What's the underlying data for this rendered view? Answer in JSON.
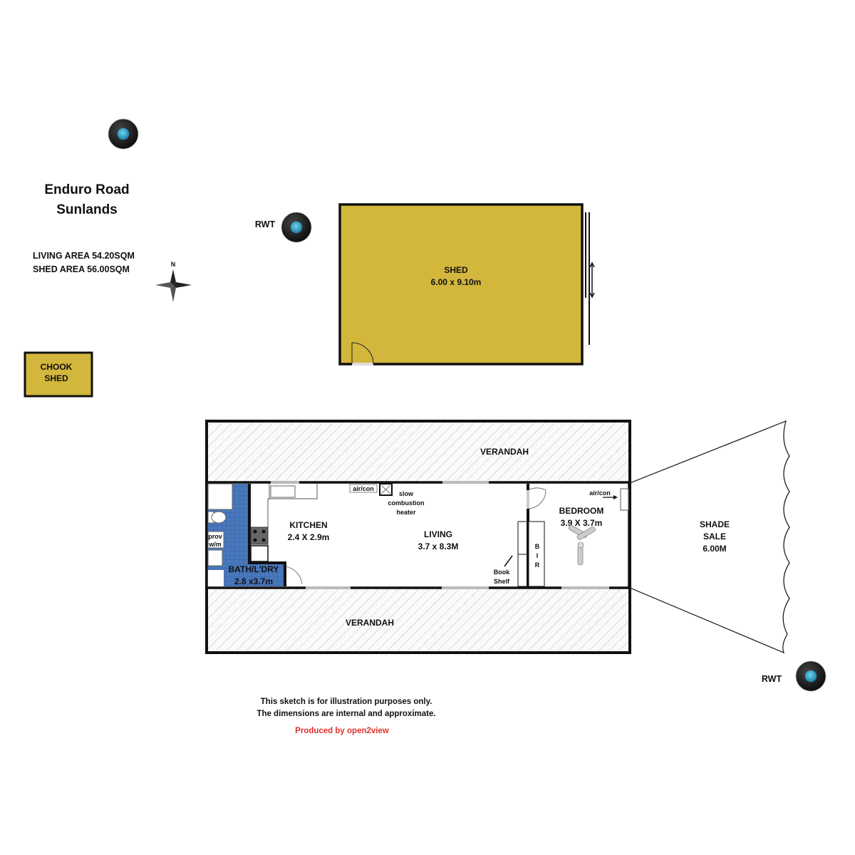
{
  "header": {
    "address_line1": "Enduro Road",
    "address_line2": "Sunlands"
  },
  "areas": {
    "living": "LIVING AREA 54.20SQM",
    "shed": "SHED AREA 56.00SQM"
  },
  "compass": {
    "north_label": "N"
  },
  "tanks": {
    "label": "RWT"
  },
  "chook_shed": {
    "line1": "CHOOK",
    "line2": "SHED"
  },
  "shed": {
    "name": "SHED",
    "dims": "6.00 x 9.10m"
  },
  "rooms": {
    "verandah_top": "VERANDAH",
    "verandah_bottom": "VERANDAH",
    "kitchen": {
      "name": "KITCHEN",
      "dims": "2.4 X 2.9m"
    },
    "living": {
      "name": "LIVING",
      "dims": "3.7 x 8.3M"
    },
    "bedroom": {
      "name": "BEDROOM",
      "dims": "3.9 X 3.7m"
    },
    "bath": {
      "name": "BATH/L'DRY",
      "dims": "2.8 x3.7m"
    },
    "bir": [
      "B",
      "I",
      "R"
    ],
    "shade": [
      "SHADE",
      "SALE",
      "6.00M"
    ]
  },
  "labels": {
    "aircon_kitchen": "air/con",
    "aircon_bedroom": "air/con",
    "heater": [
      "slow",
      "combustion",
      "heater"
    ],
    "bookshelf": [
      "Book",
      "Shelf"
    ],
    "prov": "prov",
    "wm": "w/m"
  },
  "footer": {
    "note1": "This sketch is for illustration purposes only.",
    "note2": "The dimensions are internal and approximate.",
    "credit": "Produced by open2view"
  },
  "colors": {
    "shed_fill": "#d3b73c",
    "bath_fill": "#3f6db1",
    "credit": "#e0302a"
  }
}
